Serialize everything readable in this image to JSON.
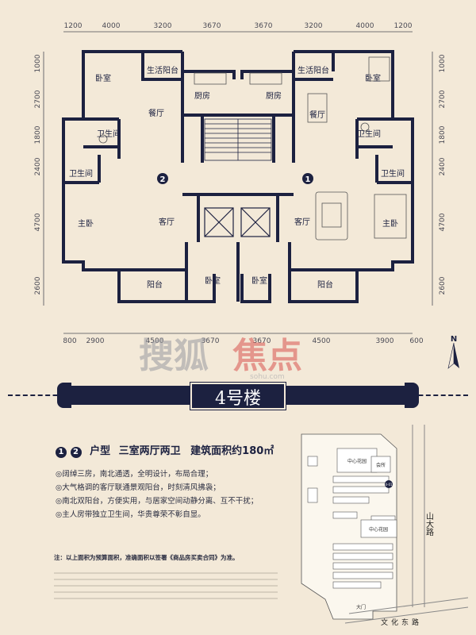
{
  "plan": {
    "top_dims": [
      "1200",
      "4000",
      "3200",
      "3670",
      "3670",
      "3200",
      "4000",
      "1200"
    ],
    "bottom_dims": [
      "800",
      "2900",
      "4500",
      "3670",
      "3670",
      "4500",
      "3900",
      "600"
    ],
    "left_dims": [
      "1000",
      "2700",
      "1800",
      "2400",
      "4700",
      "2600"
    ],
    "right_dims": [
      "1000",
      "2700",
      "1800",
      "2400",
      "4700",
      "2600"
    ],
    "rooms": {
      "bedroom_nw": "卧室",
      "bedroom_ne": "卧室",
      "balcony_service_l": "生活阳台",
      "balcony_service_r": "生活阳台",
      "kitchen_l": "厨房",
      "kitchen_r": "厨房",
      "dining_l": "餐厅",
      "dining_r": "餐厅",
      "bath_l1": "卫生间",
      "bath_l2": "卫生间",
      "bath_r1": "卫生间",
      "bath_r2": "卫生间",
      "master_l": "主卧",
      "master_r": "主卧",
      "living_l": "客厅",
      "living_r": "客厅",
      "balcony_l": "阳台",
      "balcony_r": "阳台",
      "bedroom_sl": "卧室",
      "bedroom_sr": "卧室"
    },
    "unit_marks": [
      "2",
      "1"
    ]
  },
  "watermark": {
    "text_left": "搜狐",
    "text_right": "焦点",
    "url": "sohu.com"
  },
  "banner": {
    "title": "4号楼"
  },
  "info": {
    "marks": [
      "1",
      "2"
    ],
    "heading_type": "户型",
    "heading_layout": "三室两厅两卫",
    "heading_area": "建筑面积约180㎡",
    "bullets": [
      "◎阔绰三房，南北通透，全明设计，布局合理；",
      "◎大气格调的客厅联通景观阳台，时刻清风拂袅；",
      "◎南北双阳台，方便实用，与居家空间动静分离、互不干扰；",
      "◎主人房带独立卫生间，华贵尊荣不彰自显。"
    ],
    "note": "注：以上面积为预算面积，准确面积以签署《商品房买卖合同》为准。"
  },
  "sitemap": {
    "labels": {
      "center_garden_top": "中心花园",
      "center_garden_bottom": "中心花园",
      "clubhouse": "会所",
      "gate": "大门",
      "road_right": "山大路",
      "road_bottom": "文化东路"
    },
    "building_marker": "4-01",
    "north": "N"
  },
  "colors": {
    "background": "#f3e9d8",
    "navy": "#1c2140",
    "watermark_red": "#d9534f"
  }
}
